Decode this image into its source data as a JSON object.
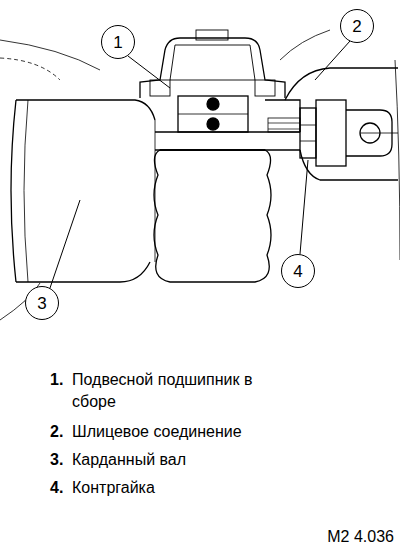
{
  "diagram": {
    "nodes": [
      {
        "text": [
          "1"
        ]
      },
      {
        "text": [
          "2"
        ]
      },
      {
        "text": [
          "3"
        ]
      },
      {
        "text": [
          "4"
        ]
      }
    ],
    "labels": [
      "1.",
      "Подвесной подшипник в сборе",
      "2.",
      "Шлицевое соединение",
      "3.",
      "Карданный вал",
      "4.",
      "Контргайка",
      "M2 4.036"
    ]
  }
}
